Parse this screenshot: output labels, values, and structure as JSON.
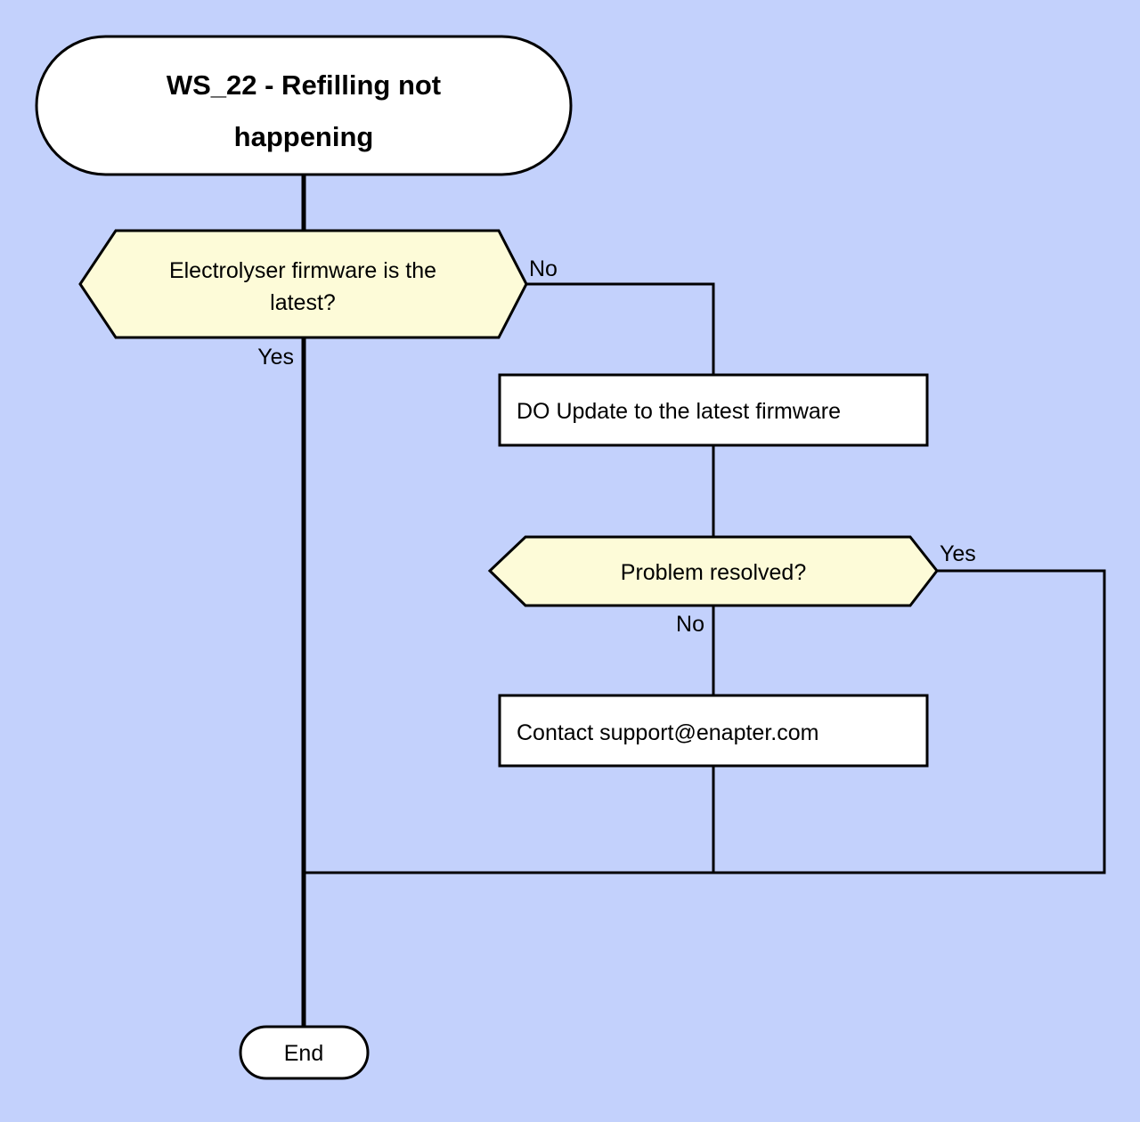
{
  "diagram": {
    "title": "WS_22 - Refilling not happening",
    "background_color": "#c3d1fc",
    "decision_fill": "#fdfbd8",
    "node_fill": "#ffffff",
    "stroke_color": "#000000",
    "nodes": {
      "start": {
        "id": "start",
        "type": "terminal",
        "label": "WS_22 - Refilling not happening",
        "label_line1": "WS_22 - Refilling not",
        "label_line2": "happening"
      },
      "firmware_check": {
        "id": "firmware_check",
        "type": "decision",
        "label": "Electrolyser firmware is the latest?",
        "label_line1": "Electrolyser firmware is the",
        "label_line2": "latest?"
      },
      "do_update": {
        "id": "do_update",
        "type": "process",
        "label": "DO Update to the latest firmware"
      },
      "problem_resolved": {
        "id": "problem_resolved",
        "type": "decision",
        "label": "Problem resolved?"
      },
      "contact_support": {
        "id": "contact_support",
        "type": "process",
        "label": "Contact support@enapter.com"
      },
      "end": {
        "id": "end",
        "type": "terminal",
        "label": "End"
      }
    },
    "edges": [
      {
        "id": "start-to-firmware",
        "from": "start",
        "to": "firmware_check",
        "label": ""
      },
      {
        "id": "firmware-no",
        "from": "firmware_check",
        "to": "do_update",
        "label": "No"
      },
      {
        "id": "firmware-yes",
        "from": "firmware_check",
        "to": "end",
        "label": "Yes"
      },
      {
        "id": "update-to-resolved",
        "from": "do_update",
        "to": "problem_resolved",
        "label": ""
      },
      {
        "id": "resolved-yes",
        "from": "problem_resolved",
        "to": "end",
        "label": "Yes"
      },
      {
        "id": "resolved-no",
        "from": "problem_resolved",
        "to": "contact_support",
        "label": "No"
      },
      {
        "id": "contact-to-end",
        "from": "contact_support",
        "to": "end",
        "label": ""
      }
    ],
    "labels": {
      "firmware_no": "No",
      "firmware_yes": "Yes",
      "resolved_yes": "Yes",
      "resolved_no": "No"
    }
  }
}
